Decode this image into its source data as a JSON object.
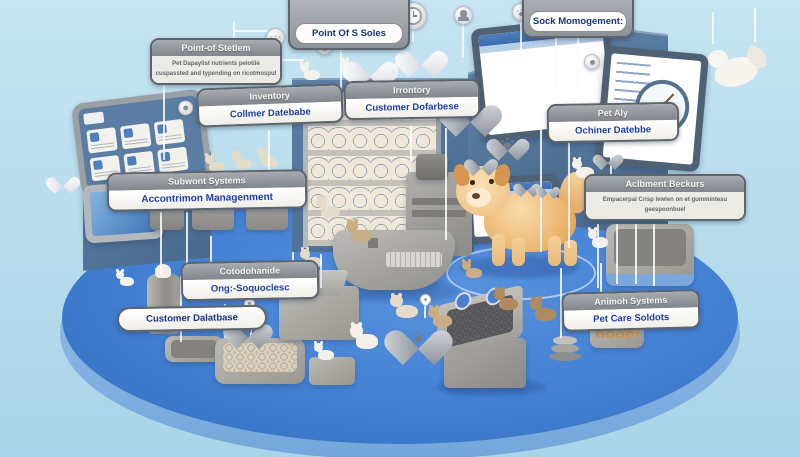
{
  "labels": {
    "point_of_station": {
      "header": "Point-of Stetlem",
      "line1": "Pet Dapaylist nutrients pelotile",
      "line2": "cuspassted and typending on ricotmospul"
    },
    "point_of_sales": {
      "text": "Point Of S Soles"
    },
    "stock_management": {
      "text": "Sock Momogement:"
    },
    "inventory_left": {
      "header": "Inventory",
      "body": "Collmer Datebabe"
    },
    "inventory_center": {
      "header": "Irrontory",
      "body": "Customer Dofarbese"
    },
    "pet_aly": {
      "header": "Pet Aly",
      "body": "Ochiner Datebbe"
    },
    "subwont_systems": {
      "header": "Subwont Systems",
      "body": "Accontrimon Managenment"
    },
    "adsbment_beckurs": {
      "header": "Aclbment Beckurs",
      "line1": "Empacerpal Crisp lewlen on et gummintesu",
      "line2": "geespoonbuel"
    },
    "cotodohanide": {
      "header": "Cotodohanide",
      "body": "Ong:-Soquoclesc"
    },
    "customer_database": {
      "text": "Customer Dalatbase"
    },
    "animoh_systems": {
      "header": "Animoh Systems",
      "body": "Pet Care Soldots"
    }
  },
  "icons": {
    "paw-icon": "css-paw-dots",
    "lock-icon": "css-keyhole",
    "clock-icon": "css-clock-face",
    "person-icon": "css-person-silhouette",
    "heart-icon": "css-heart",
    "pin-icon": "css-location-pin"
  },
  "colors": {
    "background": "#b5dcec",
    "platform": "#4583d6",
    "platform_rim": "#8ab8e8",
    "wall": "#52759b",
    "label_header": "#8f9499",
    "label_text_blue": "#1d3e9e",
    "object_gray": "#aaa8a4",
    "dog_fur": "#f3c289"
  }
}
